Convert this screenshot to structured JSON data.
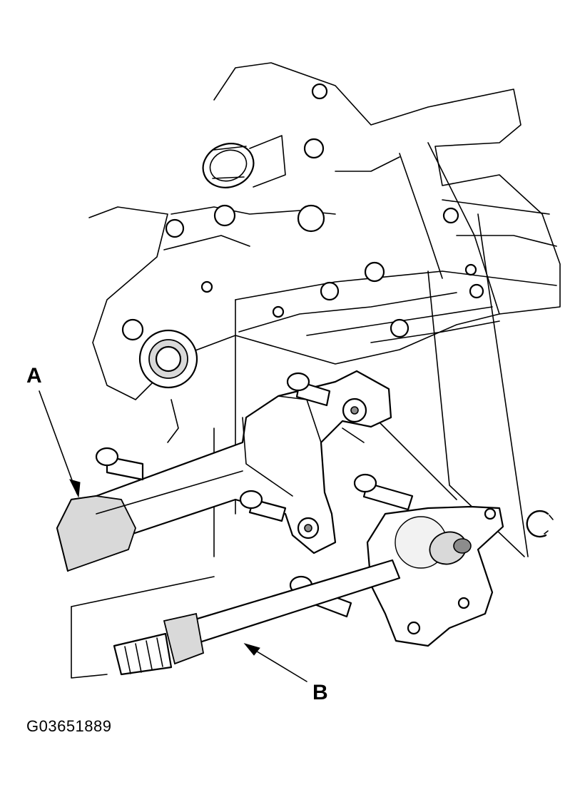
{
  "figure_id": "G03651889",
  "callouts": {
    "a": "A",
    "b": "B"
  },
  "colors": {
    "line": "#000000",
    "shade": "#d9d9d9",
    "background": "#ffffff"
  }
}
